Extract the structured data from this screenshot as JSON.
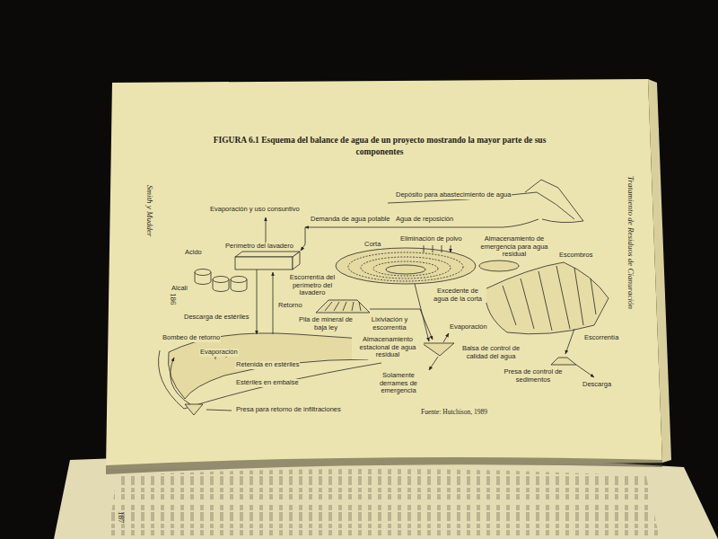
{
  "diagram": {
    "title": "FIGURA 6.1 Esquema del balance de agua de un proyecto mostrando la mayor parte de sus componentes",
    "caption": "Fuente: Hutchison, 1989",
    "labels": [
      "Smith y Mudder",
      "186",
      "Tratamiento de Residuos de Cianuración",
      "Depósito para abastecimiento de agua",
      "Evaporación y uso consuntivo",
      "Demanda de agua potable",
      "Agua de reposición",
      "Eliminación de polvo",
      "Acido",
      "Perímetro del lavadero",
      "Corta",
      "Almacenamiento de emergencia para agua residual",
      "Escombros",
      "Alcali",
      "Escorrentía del perímetro del lavadero",
      "Excedente de agua de la corta",
      "Retorno",
      "Descarga de estériles",
      "Pila de mineral de baja ley",
      "Lixiviación y escorrentía",
      "Bombeo de retorno",
      "Evaporación",
      "Almacenamiento estacional de agua residual",
      "Evaporación",
      "Escorrentía",
      "Balsa de control de calidad del agua",
      "Retenida en estériles",
      "Presa de control de sedimentos",
      "Solamente derrames de emergencia",
      "Estériles en embalse",
      "Descarga",
      "Presa para retorno de infiltraciones",
      "187"
    ]
  }
}
